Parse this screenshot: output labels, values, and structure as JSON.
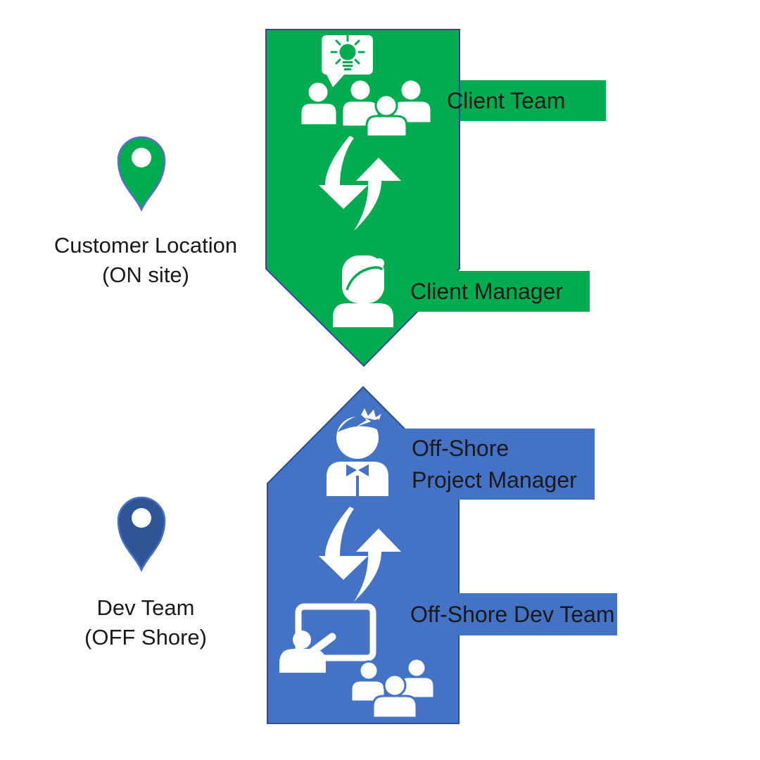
{
  "canvas": {
    "background": "#FFFFFF",
    "text_color": "#1A1A1A"
  },
  "onsite": {
    "pin_label": [
      "Customer Location",
      "(ON site)"
    ],
    "team_label": "Client Team",
    "manager_label": "Client Manager",
    "color": "#00AC4F",
    "outline_color": "#3A41A5",
    "pin_fill": "#00AC4F",
    "pin_outline": "#5B6BD5"
  },
  "offshore": {
    "pin_label": [
      "Dev Team",
      "(OFF Shore)"
    ],
    "manager_label": [
      "Off-Shore",
      "Project Manager"
    ],
    "team_label": "Off-Shore Dev Team",
    "color": "#4472C4",
    "outline_color": "#2C4D8F",
    "pin_fill": "#2F5597",
    "pin_outline": "#4472C4"
  },
  "icons": {
    "onsite_pin": "location-pin-icon",
    "offshore_pin": "location-pin-icon",
    "idea": "idea-speech-bubble-icon",
    "client_team": "team-group-icon",
    "exchange": "sync-arrows-icon",
    "client_manager": "female-person-icon",
    "offshore_pm": "male-person-bowtie-icon",
    "presenter": "presenter-whiteboard-icon",
    "offshore_dev_team": "team-group-icon",
    "icon_color": "#FFFFFF"
  }
}
